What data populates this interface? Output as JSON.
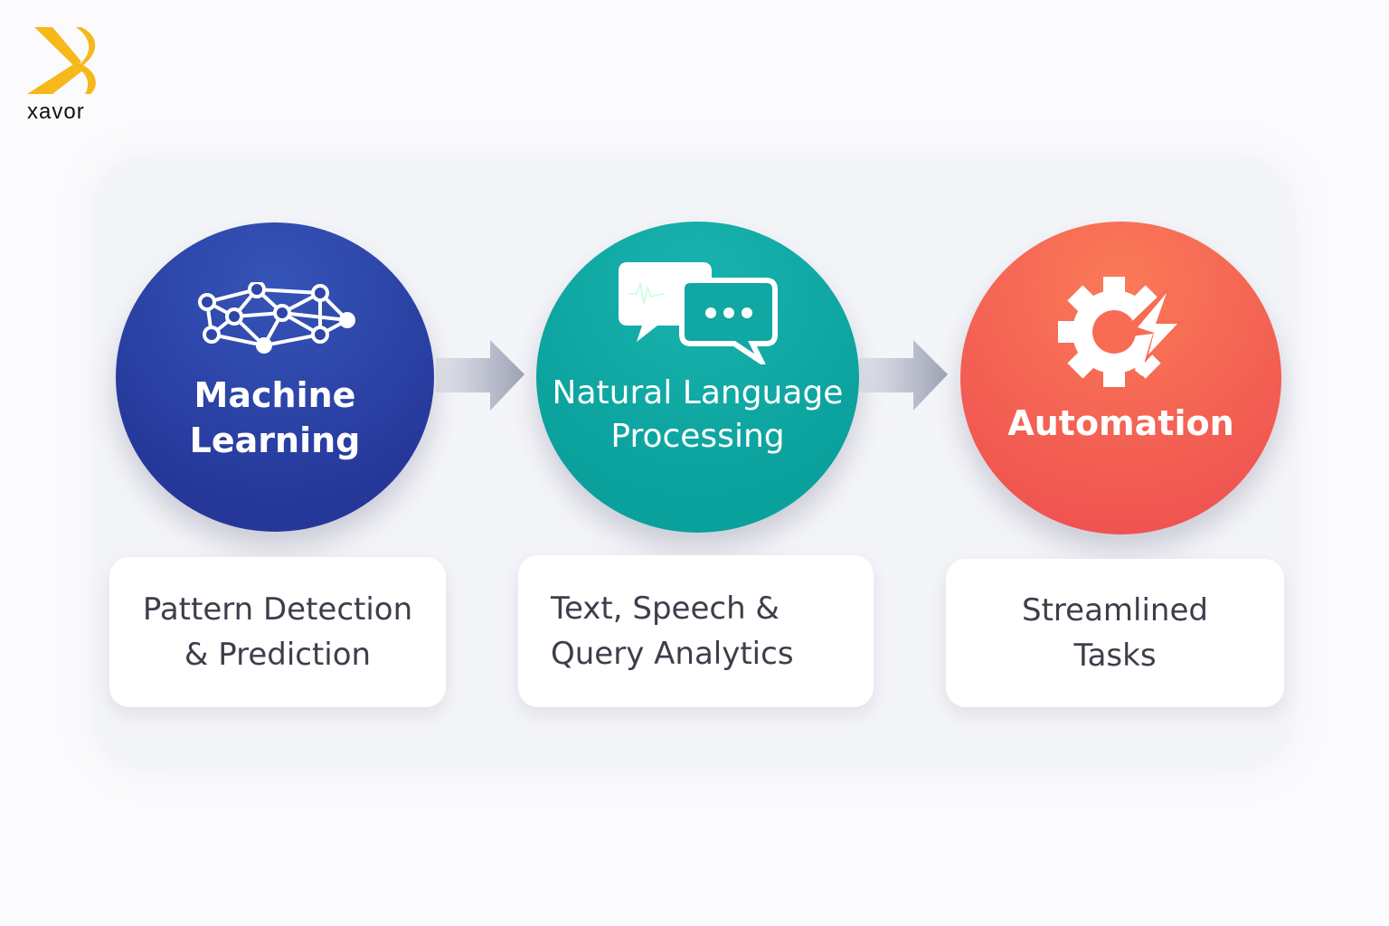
{
  "brand": {
    "name": "xavor",
    "accent": "#f6b81a"
  },
  "steps": [
    {
      "title_line1": "Machine",
      "title_line2": "Learning",
      "icon": "neural-network-icon",
      "color": "#2b43a8",
      "caption_line1": "Pattern Detection",
      "caption_line2": "& Prediction"
    },
    {
      "title_line1": "Natural Language",
      "title_line2": "Processing",
      "icon": "chat-bubbles-icon",
      "color": "#12a9a5",
      "caption_line1": "Text, Speech &",
      "caption_line2": "Query Analytics"
    },
    {
      "title_line1": "Automation",
      "icon": "gear-lightning-icon",
      "color": "#f4604f",
      "caption_line1": "Streamlined",
      "caption_line2": "Tasks"
    }
  ]
}
